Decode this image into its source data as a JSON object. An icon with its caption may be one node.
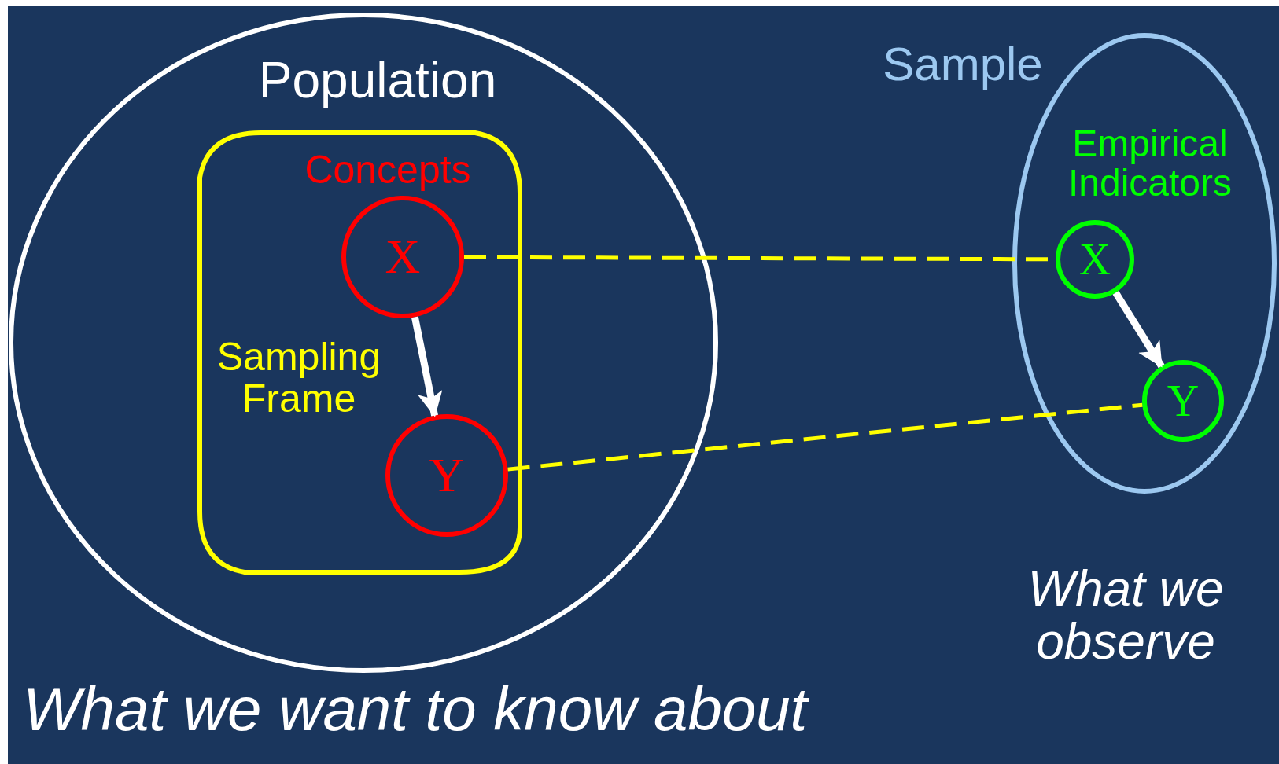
{
  "diagram": {
    "nodes": [
      {
        "text": [
          "Population"
        ]
      },
      {
        "text": [
          "Sampling Frame"
        ],
        "in": 0
      },
      {
        "text": [
          "X"
        ],
        "in": 1
      },
      {
        "text": [
          "Y"
        ],
        "in": 1
      },
      {
        "text": [
          "Sample"
        ]
      },
      {
        "text": [
          "X"
        ],
        "in": 4
      },
      {
        "text": [
          "Y"
        ],
        "in": 4
      }
    ],
    "edges": [
      {
        "from": 2,
        "to": 3,
        "arrow": "to",
        "style": "thick",
        "color": "#ffffff"
      },
      {
        "from": 5,
        "to": 6,
        "arrow": "to",
        "style": "thick",
        "color": "#ffffff"
      },
      {
        "from": 2,
        "to": 5,
        "arrow": "none",
        "style": "dashed",
        "color": "#ffff00"
      },
      {
        "from": 3,
        "to": 6,
        "arrow": "none",
        "style": "dashed",
        "color": "#ffff00"
      }
    ],
    "labels": [
      "Concepts",
      "Empirical Indicators",
      "What we observe",
      "What we want to know about"
    ]
  }
}
